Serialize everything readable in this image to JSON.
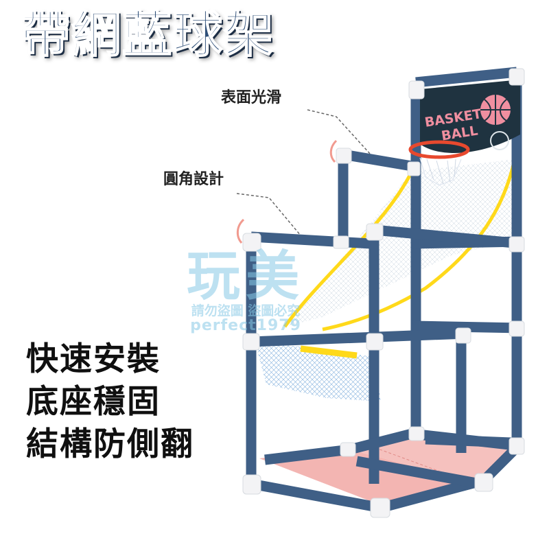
{
  "title": "帶網藍球架",
  "callouts": {
    "smooth_surface": "表面光滑",
    "rounded_corners": "圓角設計"
  },
  "features": [
    "快速安裝",
    "底座穩固",
    "結構防側翻"
  ],
  "backboard": {
    "text_line1": "BASKET",
    "text_line2": "BALL"
  },
  "watermark": {
    "brand": "玩美",
    "notice": "請勿盜圖 盜圖必究",
    "id": "perfect1979"
  },
  "colors": {
    "pipe": "#3f5f86",
    "joint": "#f3f3f5",
    "net_trim": "#ffd91a",
    "mat": "#f3b5b2",
    "title_fill": "#2f4f78",
    "backboard": "#1f3340",
    "hoop": "#e8492e"
  }
}
